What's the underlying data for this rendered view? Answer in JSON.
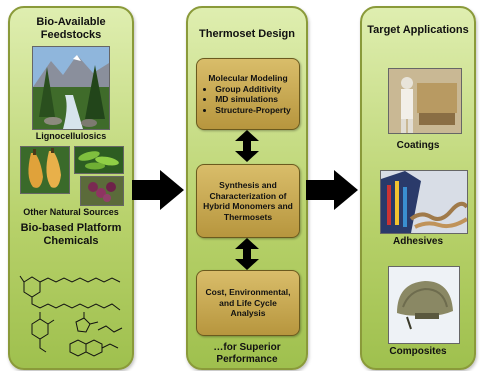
{
  "left": {
    "title": "Bio-Available Feedstocks",
    "lignocellulosics": "Lignocellulosics",
    "other_sources": "Other Natural Sources",
    "platform_title": "Bio-based Platform Chemicals"
  },
  "middle": {
    "title": "Thermoset Design",
    "box1_title": "Molecular Modeling",
    "box1_items": [
      "Group Additivity",
      "MD simulations",
      "Structure-Property"
    ],
    "box2": "Synthesis and Characterization of Hybrid Monomers and Thermosets",
    "box3": "Cost, Environmental, and Life Cycle Analysis",
    "footer": "…for Superior Performance"
  },
  "right": {
    "title": "Target Applications",
    "coatings": "Coatings",
    "adhesives": "Adhesives",
    "composites": "Composites"
  }
}
